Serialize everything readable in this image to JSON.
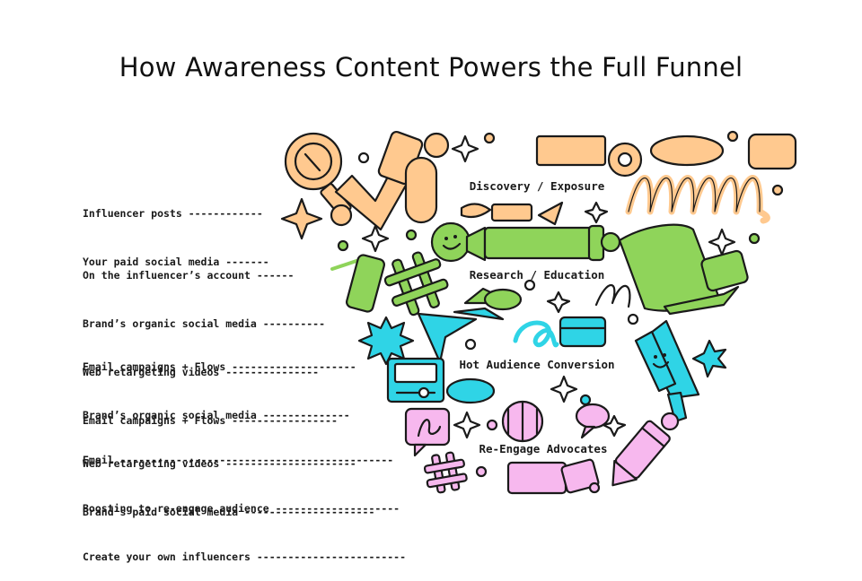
{
  "title": "How Awareness Content Powers the Full Funnel",
  "colors": {
    "discovery": "#ffc98f",
    "research": "#8fd45a",
    "conversion": "#2fd4e6",
    "reengage": "#f7b8ee",
    "outline": "#1a1a1a"
  },
  "stages": [
    {
      "name": "Discovery / Exposure",
      "channels": [
        "Influencer posts ------------",
        "Your paid social media -------"
      ]
    },
    {
      "name": "Research / Education",
      "channels": [
        "On the influencer’s account ------",
        "Brand’s organic social media ----------",
        "Web retargeting videos ---------------",
        "Email campaigns + Flows -----------------"
      ]
    },
    {
      "name": "Hot Audience Conversion",
      "channels": [
        "Email campaigns + Flows --------------------",
        "Brand’s organic social media --------------",
        "Web retargeting videos ---------------------",
        "Brand’s paid social media ---------------------"
      ]
    },
    {
      "name": "Re-Engage Advocates",
      "channels": [
        "Email --------------------------------------------",
        "Boosting to re-engage audience --------------------",
        "Create your own influencers ------------------------"
      ]
    }
  ]
}
